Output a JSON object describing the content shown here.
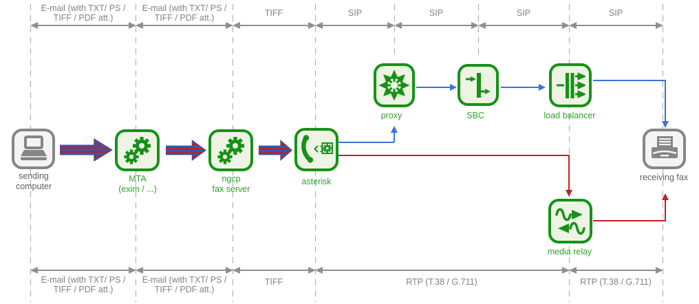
{
  "top_sections": [
    {
      "label": "E-mail (with TXT/ PS /\nTIFF / PDF att.)"
    },
    {
      "label": "E-mail (with TXT/ PS /\nTIFF / PDF att.)"
    },
    {
      "label": "TIFF"
    },
    {
      "label": "SIP"
    },
    {
      "label": "SIP"
    },
    {
      "label": "SIP"
    },
    {
      "label": "SIP"
    }
  ],
  "bottom_sections": [
    {
      "label": "E-mail (with TXT/ PS /\nTIFF / PDF att.)"
    },
    {
      "label": "E-mail (with TXT/ PS /\nTIFF / PDF att.)"
    },
    {
      "label": "TIFF"
    },
    {
      "label": "RTP (T.38 / G.711)"
    },
    {
      "label": "RTP (T.38 / G.711)"
    }
  ],
  "nodes": {
    "sending_computer": {
      "label": "sending\ncomputer",
      "icon": "laptop-icon"
    },
    "mta": {
      "label": "MTA\n(exim / ...)",
      "icon": "gears-icon"
    },
    "ngcp_fax_server": {
      "label": "ngcp\nfax server",
      "icon": "gears-icon"
    },
    "asterisk": {
      "label": "asterisk",
      "icon": "phone-gear-icon"
    },
    "proxy": {
      "label": "proxy",
      "icon": "radiating-arrows-icon"
    },
    "sbc": {
      "label": "SBC",
      "icon": "barrier-arrow-icon"
    },
    "load_balancer": {
      "label": "load balancer",
      "icon": "load-balancer-icon"
    },
    "media_relay": {
      "label": "media relay",
      "icon": "waveform-arrows-icon"
    },
    "receiving_fax": {
      "label": "receiving fax",
      "icon": "fax-machine-icon"
    }
  },
  "colors": {
    "node_green": "#179117",
    "node_green_fill": "#eef4e4",
    "node_gray": "#868686",
    "label_green": "#2fa12f",
    "label_gray": "#5f5f5f",
    "dimension_gray": "#8f8f8f",
    "sip_blue": "#3b74d6",
    "rtp_red": "#c42020"
  }
}
